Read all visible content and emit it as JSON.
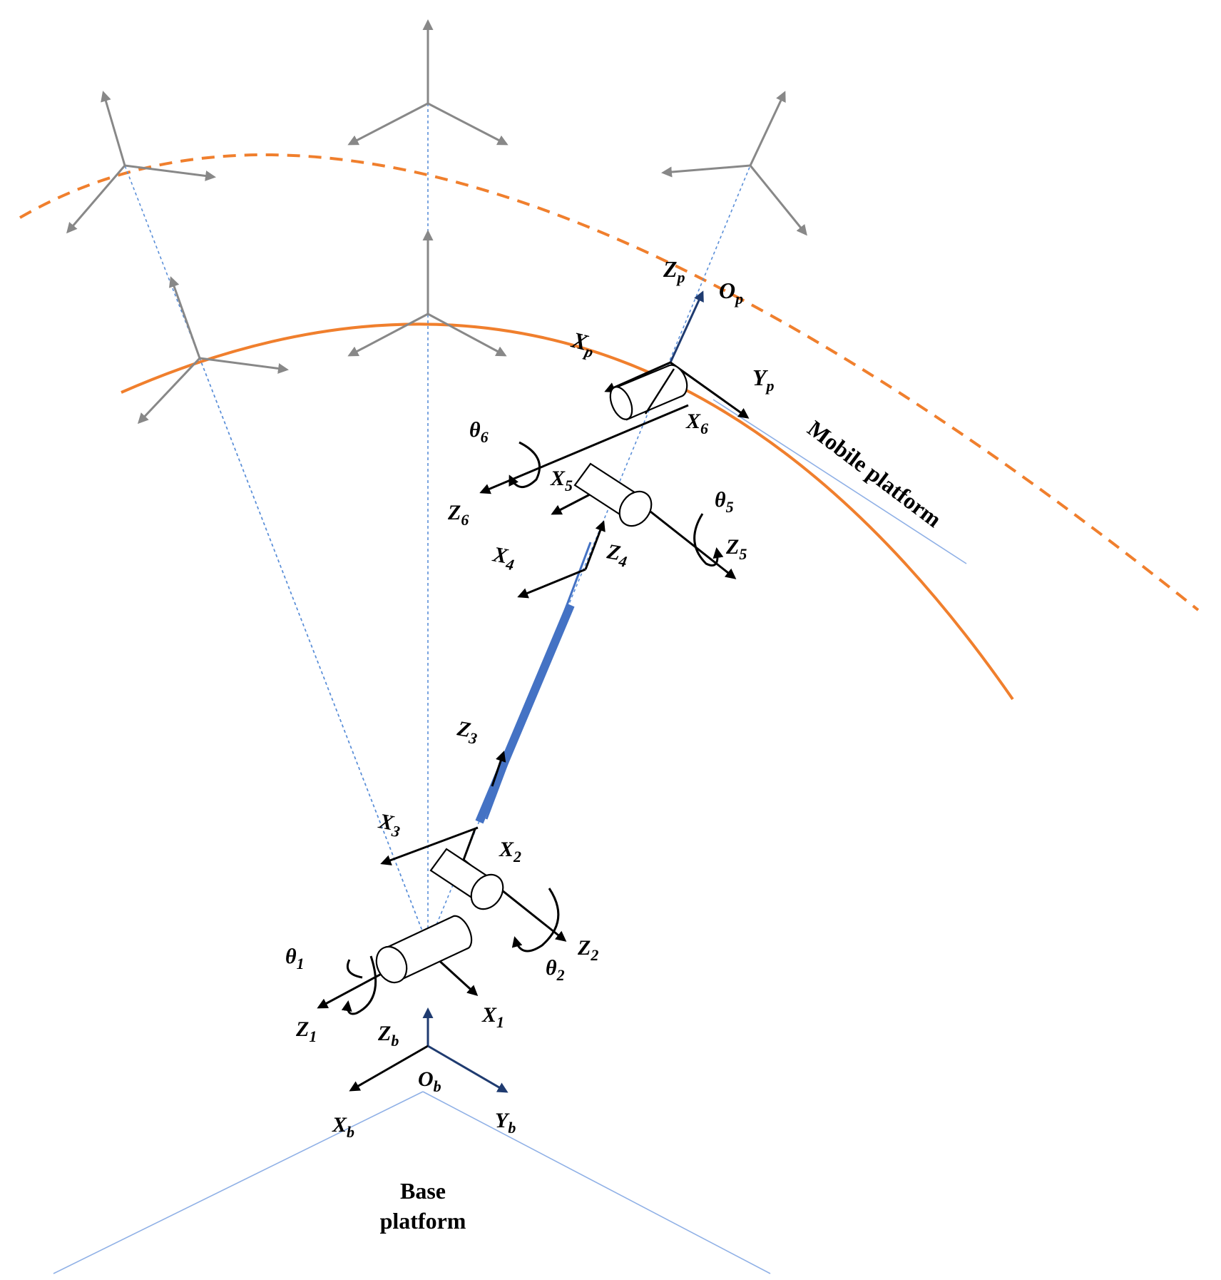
{
  "colors": {
    "mobile_platform_arc": "#f07f2d",
    "reference_lines": "#5b8fd8",
    "prismatic_link": "#4472c4",
    "ghost_frames": "#888888",
    "axes": "#000000"
  },
  "labels": {
    "zp": {
      "main": "Z",
      "sub": "p"
    },
    "op": {
      "main": "O",
      "sub": "p"
    },
    "xp": {
      "main": "X",
      "sub": "p"
    },
    "yp": {
      "main": "Y",
      "sub": "p"
    },
    "x6": {
      "main": "X",
      "sub": "6"
    },
    "z6": {
      "main": "Z",
      "sub": "6"
    },
    "t6": {
      "main": "θ",
      "sub": "6"
    },
    "x5": {
      "main": "X",
      "sub": "5"
    },
    "z5": {
      "main": "Z",
      "sub": "5"
    },
    "t5": {
      "main": "θ",
      "sub": "5"
    },
    "x4": {
      "main": "X",
      "sub": "4"
    },
    "z4": {
      "main": "Z",
      "sub": "4"
    },
    "z3": {
      "main": "Z",
      "sub": "3"
    },
    "x3": {
      "main": "X",
      "sub": "3"
    },
    "x2": {
      "main": "X",
      "sub": "2"
    },
    "z2": {
      "main": "Z",
      "sub": "2"
    },
    "t2": {
      "main": "θ",
      "sub": "2"
    },
    "t1": {
      "main": "θ",
      "sub": "1"
    },
    "z1": {
      "main": "Z",
      "sub": "1"
    },
    "x1": {
      "main": "X",
      "sub": "1"
    },
    "zb": {
      "main": "Z",
      "sub": "b"
    },
    "ob": {
      "main": "O",
      "sub": "b"
    },
    "xb": {
      "main": "X",
      "sub": "b"
    },
    "yb": {
      "main": "Y",
      "sub": "b"
    }
  },
  "mobile_platform_label": "Mobile platform",
  "base_platform_label": {
    "line1": "Base",
    "line2": "platform"
  }
}
